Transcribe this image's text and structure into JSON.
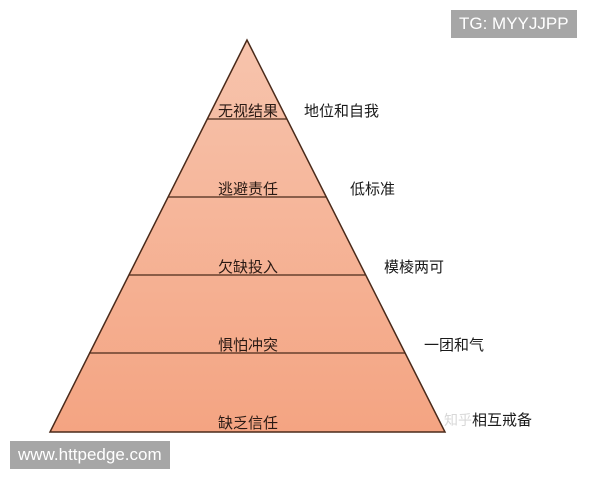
{
  "diagram": {
    "type": "pyramid",
    "colors": {
      "fill_top": "#f6c0a8",
      "fill_bottom": "#f4a684",
      "stroke": "#4a2a1a"
    },
    "levels": [
      {
        "label": "无视结果",
        "dysfunction": "地位和自我"
      },
      {
        "label": "逃避责任",
        "dysfunction": "低标准"
      },
      {
        "label": "欠缺投入",
        "dysfunction": "模棱两可"
      },
      {
        "label": "惧怕冲突",
        "dysfunction": "一团和气"
      },
      {
        "label": "缺乏信任",
        "dysfunction": "相互戒备"
      }
    ]
  },
  "overlays": {
    "top_badge": "TG: MYYJJPP",
    "bottom_badge": "www.httpedge.com",
    "watermark": "知乎"
  }
}
